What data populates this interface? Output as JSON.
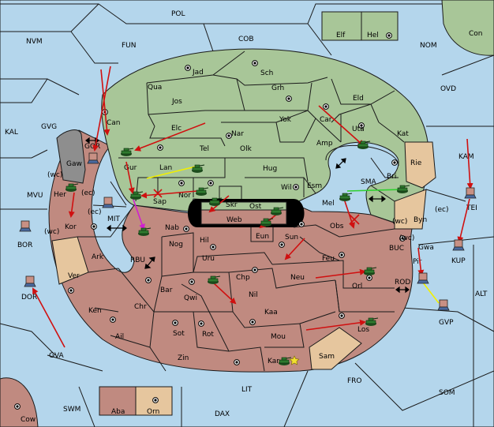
{
  "colors": {
    "sea": "#b4d6ec",
    "power_green": "#a8c698",
    "power_red": "#c08a80",
    "neutral": "#e6c69e",
    "impassable": "#8e8e8e",
    "move_arrow": "#d01010",
    "support_yellow": "#f2f000",
    "support_green": "#2fd02f",
    "convoy_magenta": "#d020d0"
  },
  "labels": {
    "POL": "POL",
    "COB": "COB",
    "FUN": "FUN",
    "NVM": "NVM",
    "NOM": "NOM",
    "Con": "Con",
    "Elf": "Elf",
    "Hel": "Hel",
    "OVD": "OVD",
    "KAL": "KAL",
    "GVG": "GVG",
    "MVU": "MVU",
    "KAM": "KAM",
    "TEI": "TEI",
    "KUP": "KUP",
    "ALT": "ALT",
    "BOR": "BOR",
    "DOR": "DOR",
    "GVA": "GVA",
    "GVP": "GVP",
    "BUC": "BUC",
    "ROD": "ROD",
    "SMA": "SMA",
    "MIT": "MIT",
    "RBU": "RBU",
    "FRO": "FRO",
    "SOM": "SOM",
    "LIT": "LIT",
    "SWM": "SWM",
    "DAX": "DAX",
    "Cow": "Cow",
    "Aba": "Aba",
    "Orn": "Orn",
    "Jad": "Jad",
    "Sch": "Sch",
    "Qua": "Qua",
    "Jos": "Jos",
    "Grh": "Grh",
    "Eld": "Eld",
    "Can": "Can",
    "Car": "Car",
    "Yok": "Yok",
    "Uta": "Uta",
    "Elc": "Elc",
    "Nar": "Nar",
    "Kat": "Kat",
    "Tel": "Tel",
    "Olk": "Olk",
    "Amp": "Amp",
    "Gaw": "Gaw",
    "GOR": "GOR",
    "Gur": "Gur",
    "Hug": "Hug",
    "Lan": "Lan",
    "Rie": "Rie",
    "Wil": "Wil",
    "Esm": "Esm",
    "Bri": "Bri",
    "Sap": "Sap",
    "Nor": "Nor",
    "Her": "Her",
    "Skr": "Skr",
    "Ost": "Ost",
    "Mel": "Mel",
    "Web": "Web",
    "Byn": "Byn",
    "Kor": "Kor",
    "Nab": "Nab",
    "Eun": "Eun",
    "Obs": "Obs",
    "Gwa": "Gwa",
    "Sun": "Sun",
    "Hil": "Hil",
    "Pir": "Pir",
    "Nog": "Nog",
    "Uru": "Uru",
    "Feu": "Feu",
    "Ark": "Ark",
    "Ver": "Ver",
    "Chp": "Chp",
    "Neu": "Neu",
    "Bar": "Bar",
    "Orl": "Orl",
    "Qwi": "Qwi",
    "Nil": "Nil",
    "Ken": "Ken",
    "Chr": "Chr",
    "Kaa": "Kaa",
    "Sot": "Sot",
    "Rot": "Rot",
    "Ail": "Ail",
    "Mou": "Mou",
    "Los": "Los",
    "Zin": "Zin",
    "Kar": "Kar",
    "Sam": "Sam",
    "wc": "(wc)",
    "ec": "(ec)"
  }
}
